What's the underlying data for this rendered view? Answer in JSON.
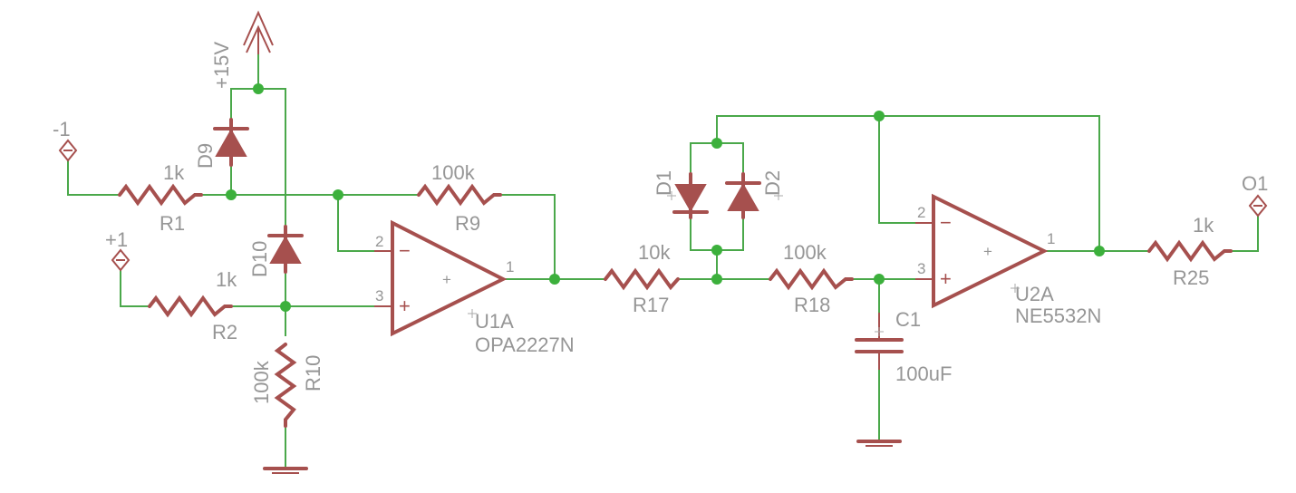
{
  "ports": {
    "in_minus": "-1",
    "in_plus": "+1",
    "out": "O1"
  },
  "supply": {
    "label": "+15V"
  },
  "resistors": {
    "r1": {
      "name": "R1",
      "value": "1k"
    },
    "r2": {
      "name": "R2",
      "value": "1k"
    },
    "r9": {
      "name": "R9",
      "value": "100k"
    },
    "r10": {
      "name": "R10",
      "value": "100k"
    },
    "r17": {
      "name": "R17",
      "value": "10k"
    },
    "r18": {
      "name": "R18",
      "value": "100k"
    },
    "r25": {
      "name": "R25",
      "value": "1k"
    }
  },
  "diodes": {
    "d1": "D1",
    "d2": "D2",
    "d9": "D9",
    "d10": "D10"
  },
  "capacitor": {
    "name": "C1",
    "value": "100uF"
  },
  "opamps": {
    "u1": {
      "name": "U1A",
      "part": "OPA2227N",
      "pin_inv": "2",
      "pin_noninv": "3",
      "pin_out": "1"
    },
    "u2": {
      "name": "U2A",
      "part": "NE5532N",
      "pin_inv": "2",
      "pin_noninv": "3",
      "pin_out": "1"
    }
  },
  "colors": {
    "wire": "#4aa84a",
    "component": "#a6504e",
    "junction": "#3cb03c",
    "label": "#969696"
  }
}
